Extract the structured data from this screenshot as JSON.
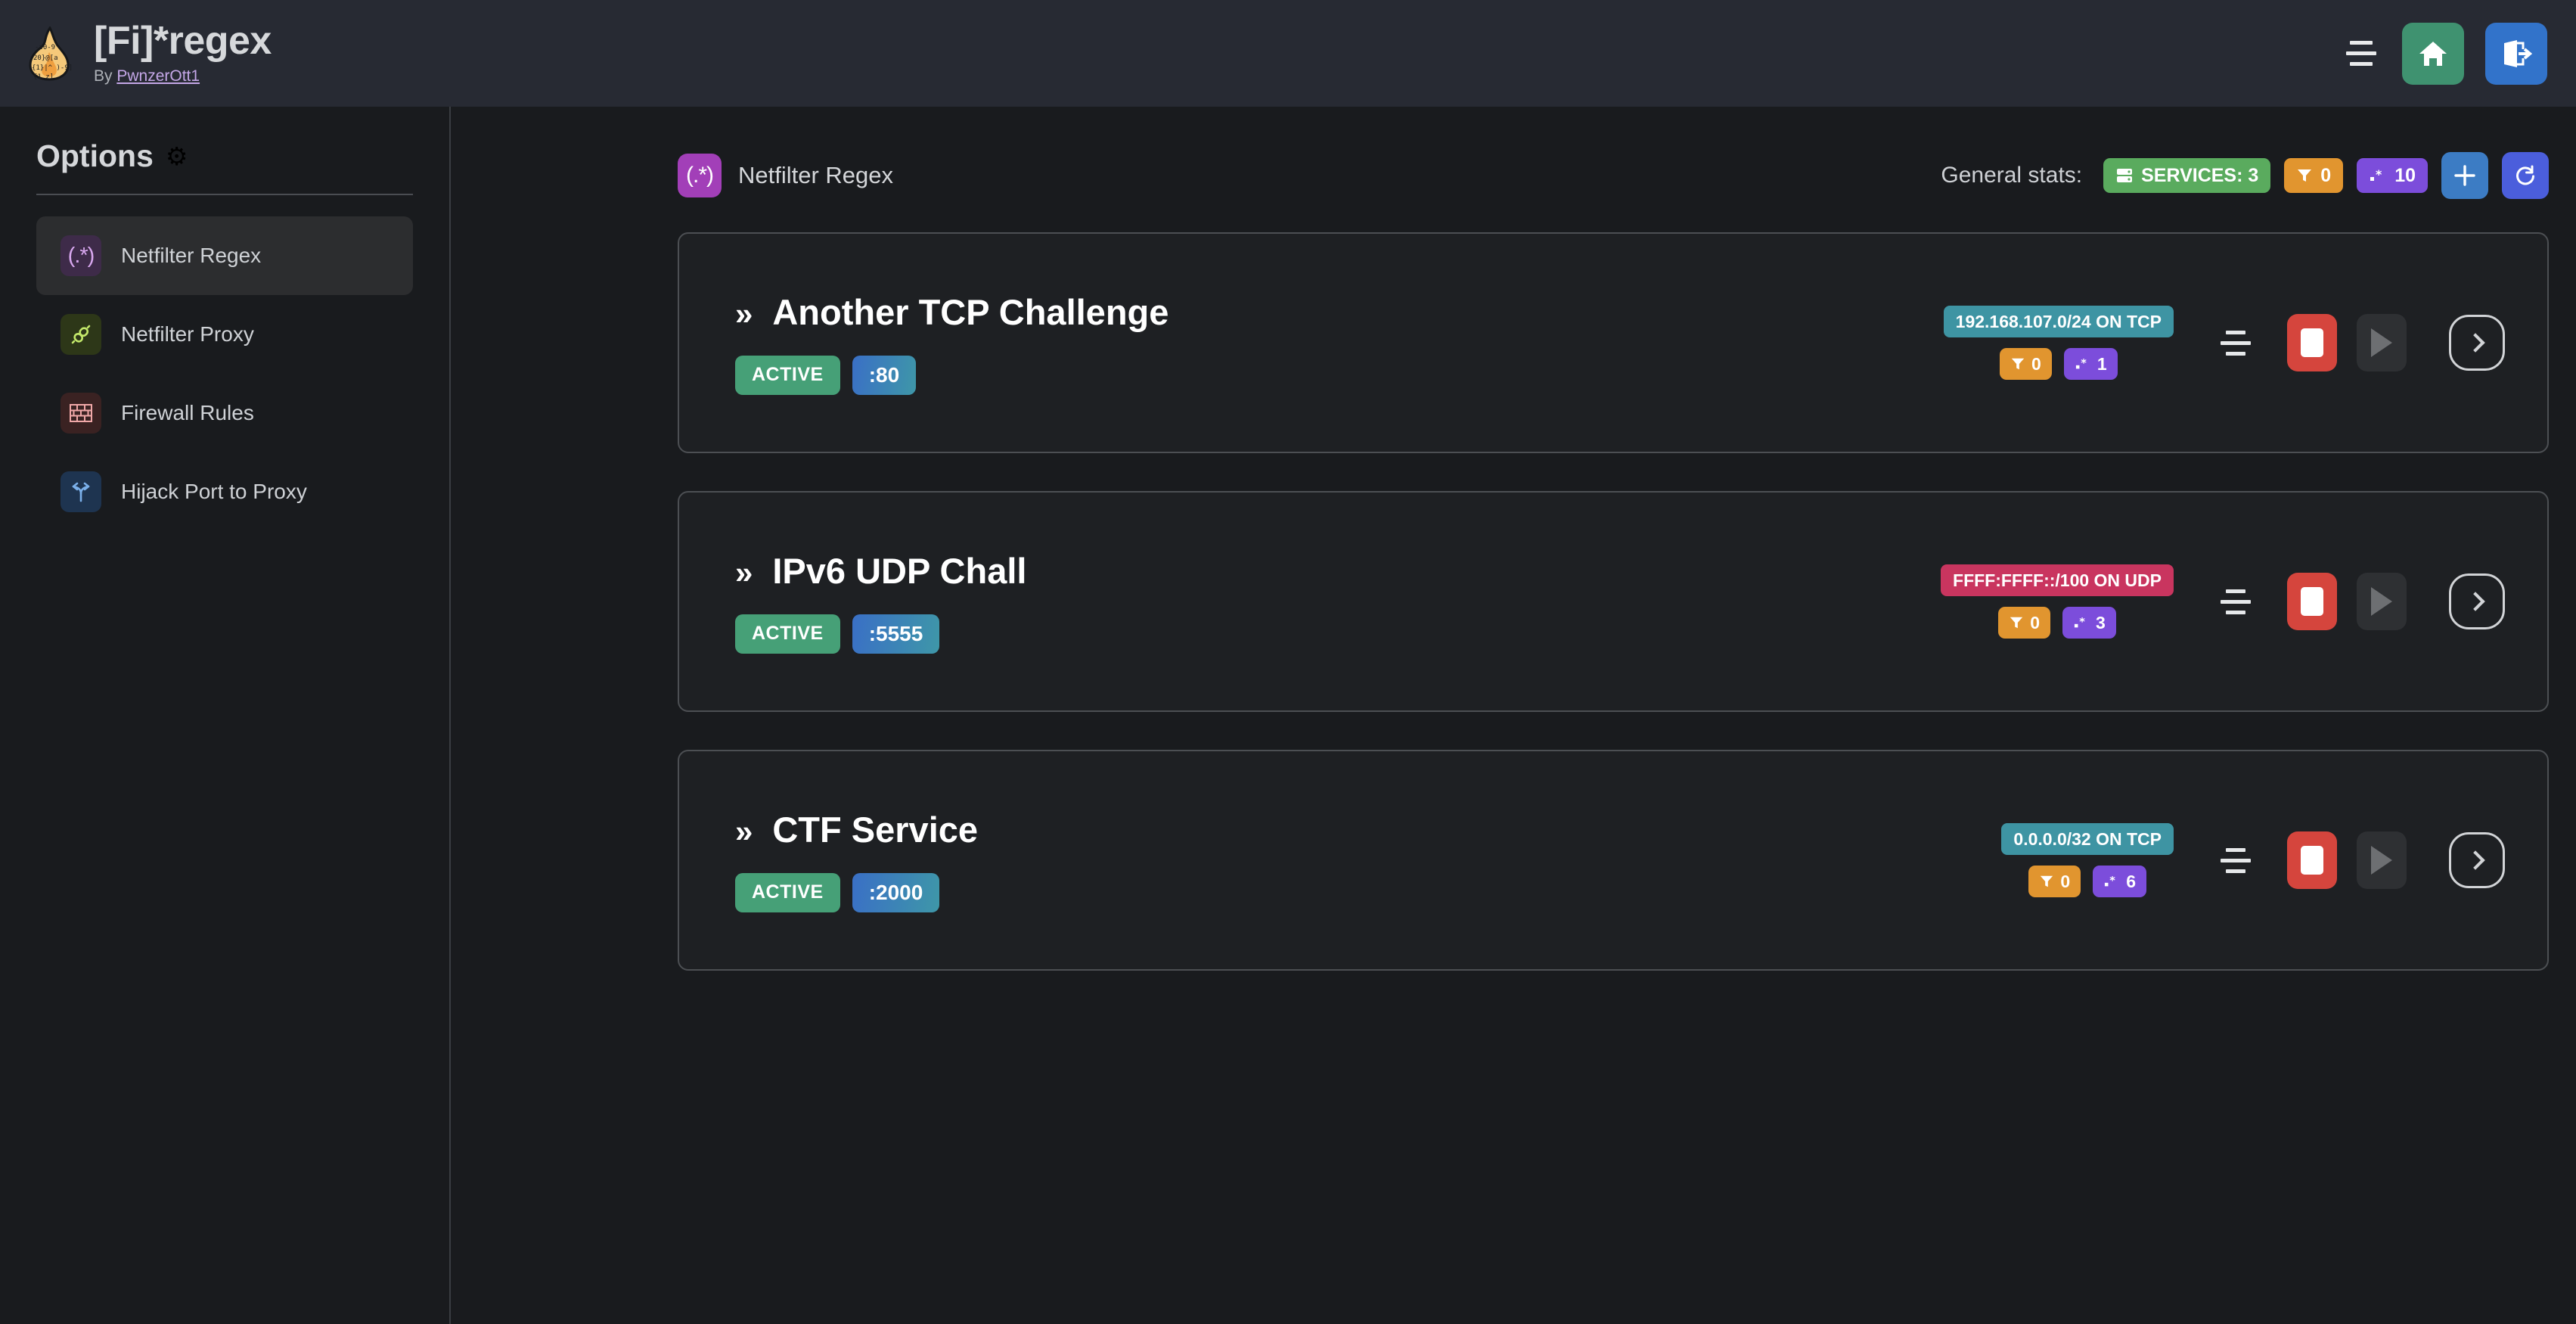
{
  "header": {
    "app_title": "[Fi]*regex",
    "by_prefix": "By ",
    "author": "PwnzerOtt1",
    "logo_icon": "flame-regex-logo",
    "menu_icon": "hamburger-menu-icon",
    "home_icon": "home-icon",
    "logout_icon": "logout-icon",
    "bg_color": "#272a33",
    "home_color": "#3f9270",
    "logout_color": "#3273ca"
  },
  "sidebar": {
    "title": "Options",
    "gear_icon": "⚙",
    "items": [
      {
        "label": "Netfilter Regex",
        "icon": "regex-icon",
        "glyph": "(.*)",
        "active": true
      },
      {
        "label": "Netfilter Proxy",
        "icon": "plug-icon",
        "glyph": "",
        "active": false
      },
      {
        "label": "Firewall Rules",
        "icon": "brick-wall-icon",
        "glyph": "",
        "active": false
      },
      {
        "label": "Hijack Port to Proxy",
        "icon": "fork-arrow-icon",
        "glyph": "",
        "active": false
      }
    ]
  },
  "main": {
    "page_icon": "regex-icon",
    "page_icon_glyph": "(.*)",
    "page_title": "Netfilter Regex",
    "stats_label": "General stats:",
    "stats": [
      {
        "name": "services-badge",
        "icon": "server-icon",
        "text": "SERVICES: 3",
        "color": "#5aab5e"
      },
      {
        "name": "filters-badge",
        "icon": "funnel-icon",
        "text": "0",
        "color": "#e1952f"
      },
      {
        "name": "regex-badge",
        "icon": "regex-dot-star-icon",
        "text": "10",
        "color": "#7c4ddb"
      }
    ],
    "add_label": "+",
    "add_icon": "plus-icon",
    "refresh_icon": "refresh-icon"
  },
  "services": [
    {
      "name": "Another TCP Challenge",
      "chevron": "»",
      "status": "ACTIVE",
      "port": ":80",
      "network": "192.168.107.0/24 ON TCP",
      "network_kind": "tcp",
      "filters_count": "0",
      "regex_count": "1",
      "menu_icon": "options-lines-icon",
      "stop_icon": "stop-icon",
      "play_icon": "play-icon",
      "expand_icon": "chevron-right-icon"
    },
    {
      "name": "IPv6 UDP Chall",
      "chevron": "»",
      "status": "ACTIVE",
      "port": ":5555",
      "network": "FFFF:FFFF::/100 ON UDP",
      "network_kind": "udp",
      "filters_count": "0",
      "regex_count": "3",
      "menu_icon": "options-lines-icon",
      "stop_icon": "stop-icon",
      "play_icon": "play-icon",
      "expand_icon": "chevron-right-icon"
    },
    {
      "name": "CTF Service",
      "chevron": "»",
      "status": "ACTIVE",
      "port": ":2000",
      "network": "0.0.0.0/32 ON TCP",
      "network_kind": "tcp",
      "filters_count": "0",
      "regex_count": "6",
      "menu_icon": "options-lines-icon",
      "stop_icon": "stop-icon",
      "play_icon": "play-icon",
      "expand_icon": "chevron-right-icon"
    }
  ]
}
